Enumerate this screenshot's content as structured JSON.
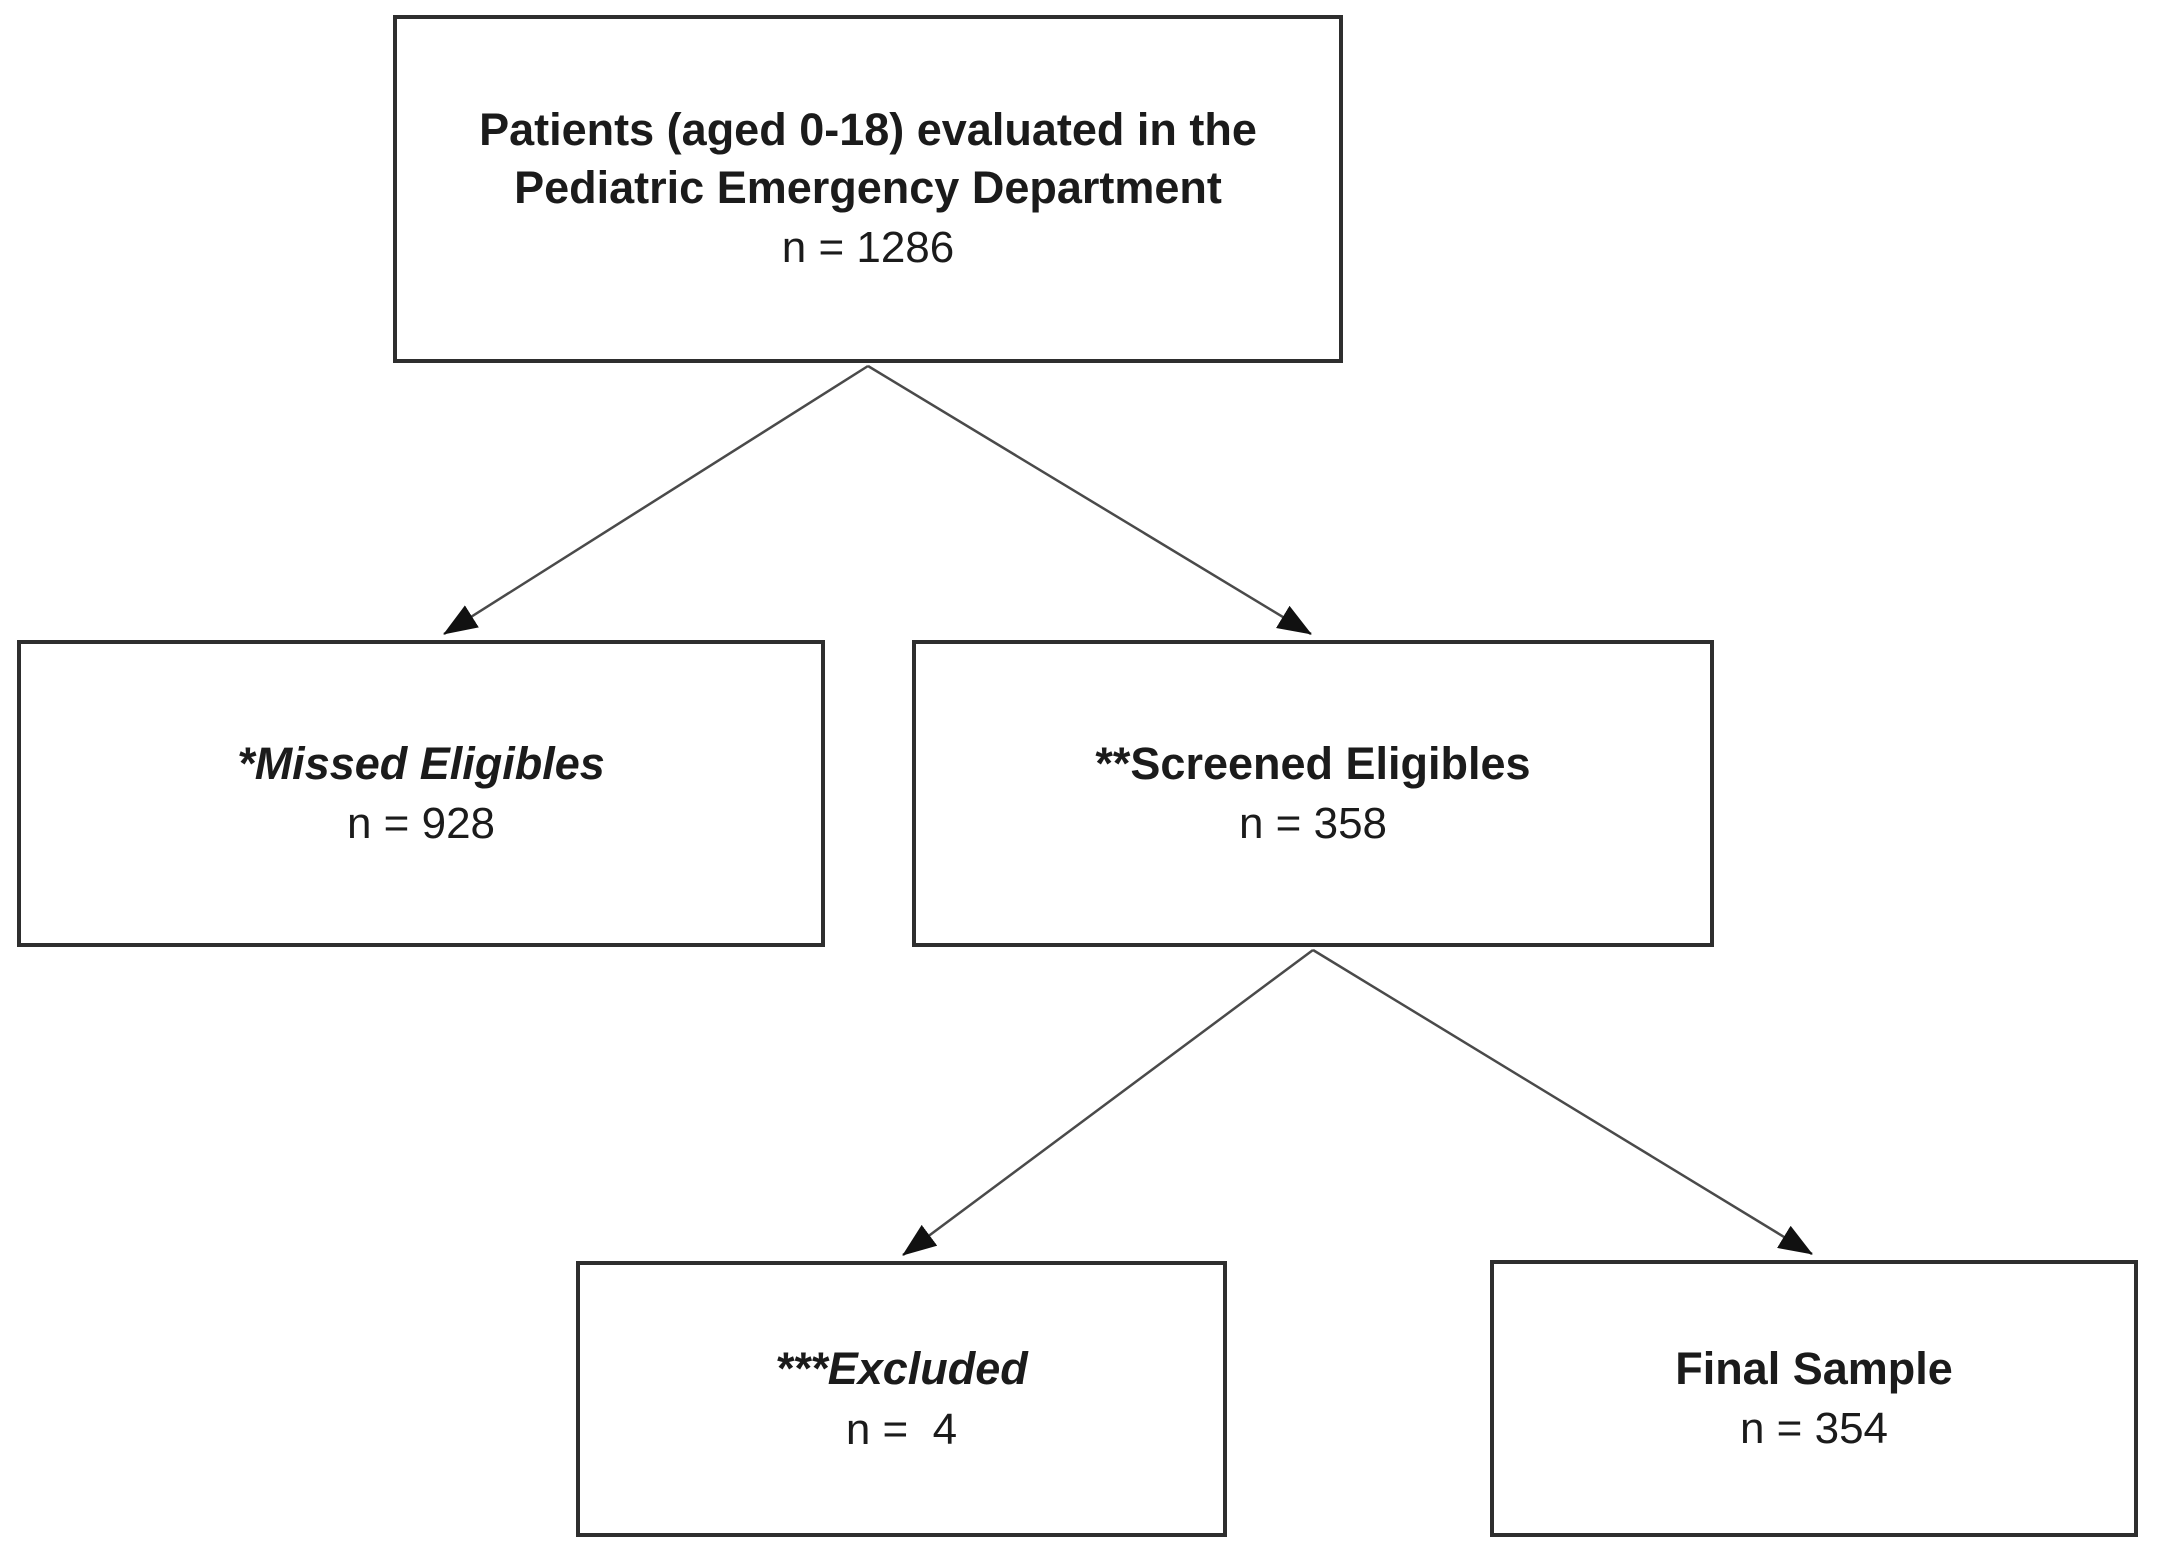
{
  "figure": {
    "type": "flowchart",
    "description": "Participant flow diagram of pediatric emergency department screening",
    "colors": {
      "background": "#ffffff",
      "box_border": "#2e2e2e",
      "text": "#1b1b1b",
      "arrow_line": "#4a4a4a",
      "arrow_head": "#111111"
    },
    "nodes": {
      "root": {
        "line1": "Patients (aged 0-18) evaluated in the",
        "line2": "Pediatric Emergency Department",
        "n": "n = 1286"
      },
      "missed": {
        "line1": "*Missed Eligibles",
        "n": "n = 928"
      },
      "screened": {
        "line1": "**Screened Eligibles",
        "n": "n = 358"
      },
      "excluded": {
        "line1": "***Excluded",
        "n": "n =  4"
      },
      "final": {
        "line1": "Final Sample",
        "n": "n = 354"
      }
    },
    "edges": [
      {
        "from": "root",
        "to": "missed"
      },
      {
        "from": "root",
        "to": "screened"
      },
      {
        "from": "screened",
        "to": "excluded"
      },
      {
        "from": "screened",
        "to": "final"
      }
    ]
  }
}
